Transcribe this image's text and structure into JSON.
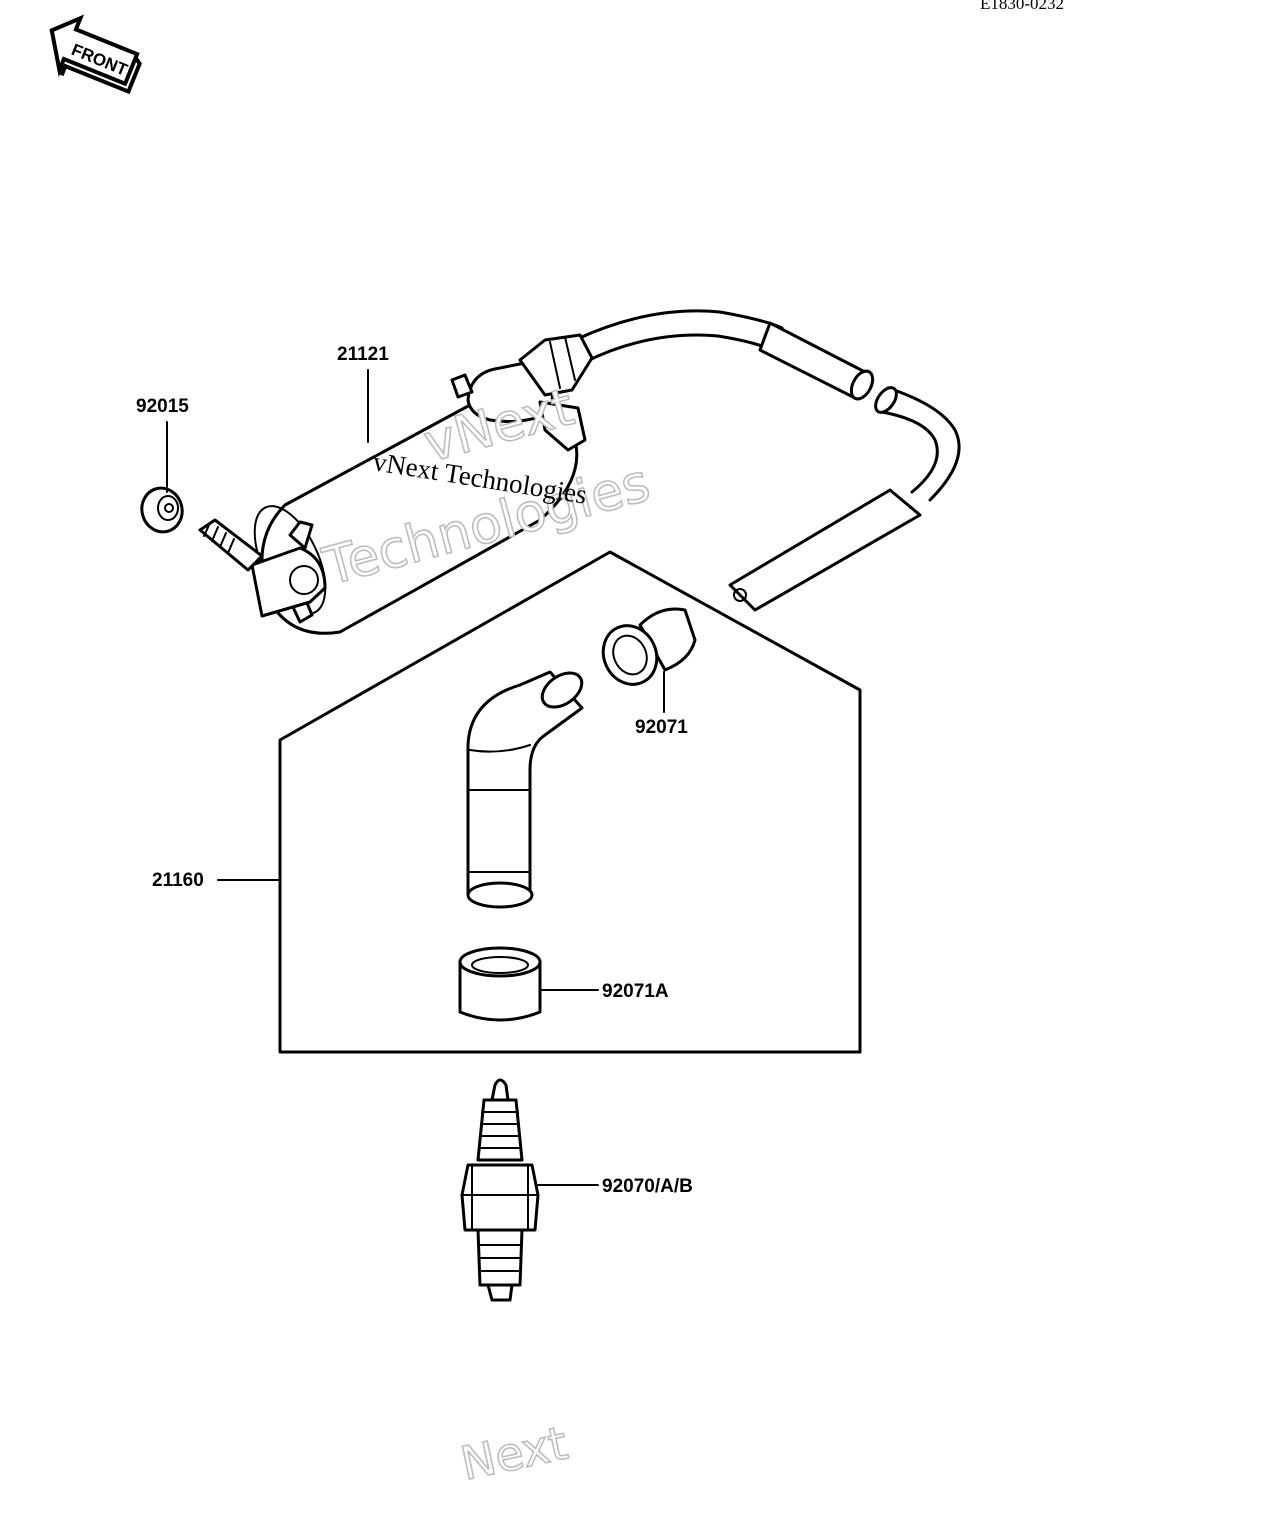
{
  "diagram": {
    "drawing_code": "E1830-0232",
    "front_badge": "FRONT",
    "watermark": {
      "ghost_line1": "vNext",
      "ghost_line2": "Technologies",
      "solid": "vNext Technologies",
      "bottom_partial": "Next"
    },
    "parts": [
      {
        "id": "ignition-coil",
        "number": "21121"
      },
      {
        "id": "nut",
        "number": "92015"
      },
      {
        "id": "cable-seal",
        "number": "92071"
      },
      {
        "id": "plug-cap-assembly",
        "number": "21160"
      },
      {
        "id": "cap-seal",
        "number": "92071A"
      },
      {
        "id": "spark-plug",
        "number": "92070/A/B"
      }
    ]
  }
}
